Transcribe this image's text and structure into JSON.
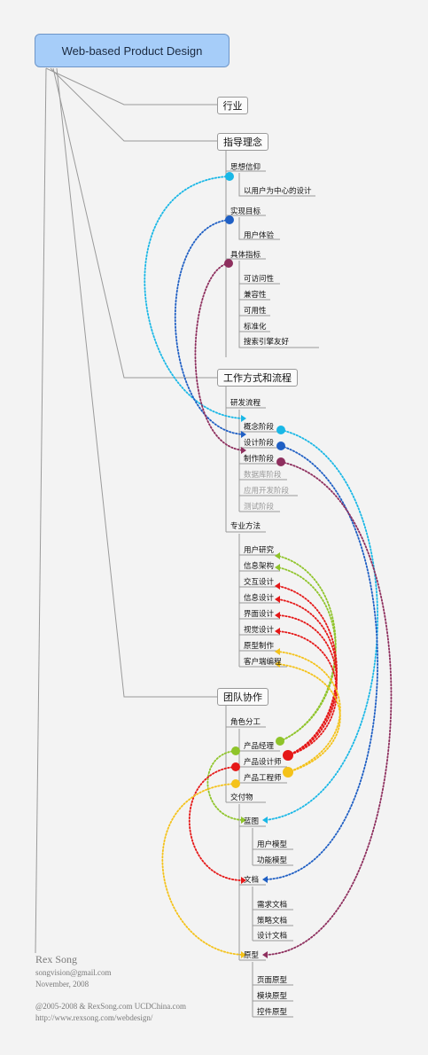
{
  "root": "Web-based Product Design",
  "branches": {
    "industry": "行业",
    "philosophy": "指导理念",
    "workflow": "工作方式和流程",
    "team": "团队协作"
  },
  "philosophy": {
    "belief": "思想信仰",
    "belief_item": "以用户为中心的设计",
    "goal": "实现目标",
    "goal_item": "用户体验",
    "metrics": "具体指标",
    "metrics_items": [
      "可访问性",
      "兼容性",
      "可用性",
      "标准化",
      "搜索引擎友好"
    ]
  },
  "workflow": {
    "process": "研发流程",
    "stages": [
      "概念阶段",
      "设计阶段",
      "制作阶段",
      "数据库阶段",
      "应用开发阶段",
      "测试阶段"
    ],
    "methods": "专业方法",
    "method_items": [
      "用户研究",
      "信息架构",
      "交互设计",
      "信息设计",
      "界面设计",
      "视觉设计",
      "原型制作",
      "客户端编程"
    ]
  },
  "team": {
    "roles": "角色分工",
    "role_items": [
      "产品经理",
      "产品设计师",
      "产品工程师"
    ],
    "deliverables": "交付物",
    "blueprint": "蓝图",
    "blueprint_items": [
      "用户模型",
      "功能模型"
    ],
    "document": "文档",
    "document_items": [
      "需求文档",
      "策略文档",
      "设计文档"
    ],
    "prototype": "原型",
    "prototype_items": [
      "页面原型",
      "模块原型",
      "控件原型"
    ]
  },
  "colors": {
    "cyan": "#19b7e6",
    "blue": "#1f5fc4",
    "maroon": "#8e2f5e",
    "green": "#8fc42a",
    "red": "#e51818",
    "yellow": "#f4c21a",
    "line": "#9a9a9a"
  },
  "credits": {
    "name": "Rex Song",
    "email": "songvision@gmail.com",
    "date": "November, 2008",
    "copyright": "@2005-2008 & RexSong.com UCDChina.com",
    "url": "http://www.rexsong.com/webdesign/"
  }
}
